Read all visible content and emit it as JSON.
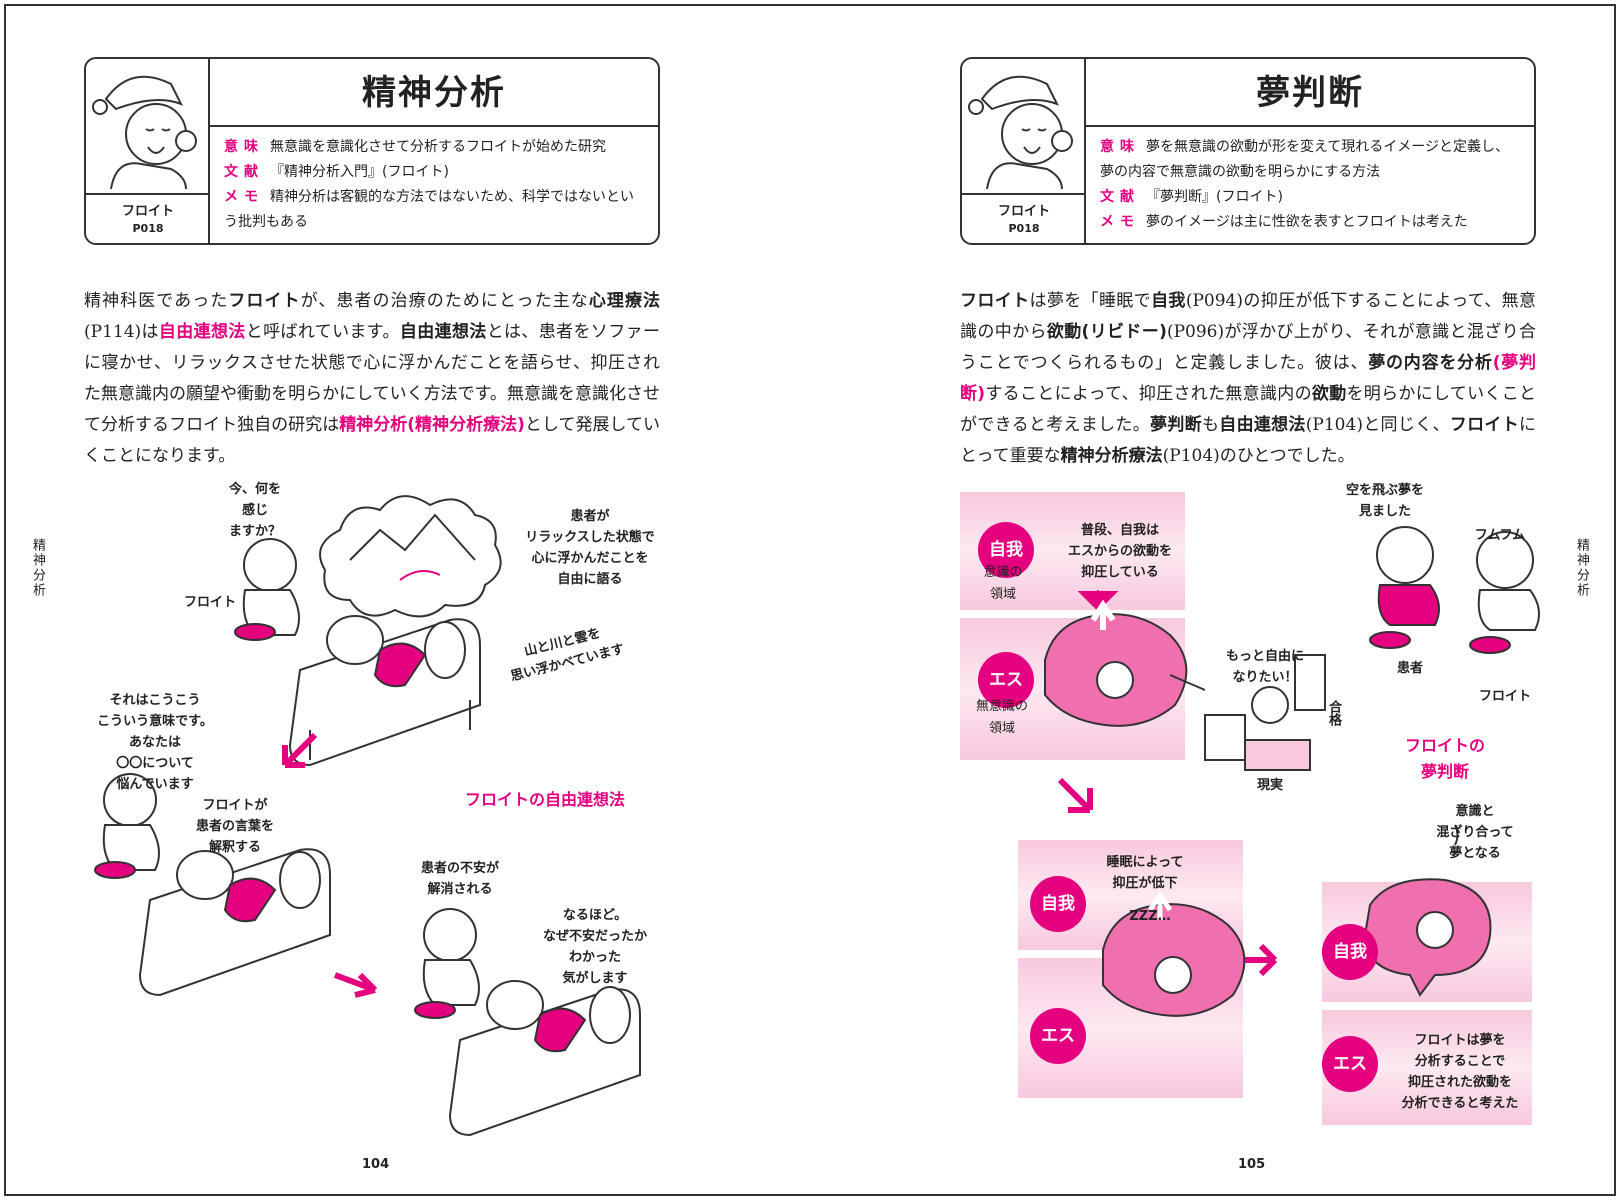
{
  "left": {
    "card": {
      "title": "精神分析",
      "person": "フロイト",
      "page_ref": "P018",
      "meaning_label": "意味",
      "meaning": "無意識を意識化させて分析するフロイトが始めた研究",
      "reference_label": "文献",
      "reference": "『精神分析入門』(フロイト)",
      "memo_label": "メモ",
      "memo": "精神分析は客観的な方法ではないため、科学ではないという批判もある"
    },
    "body": [
      "精神科医であった",
      "フロイト",
      "が、患者の治療のためにとった主な",
      "心理療法",
      "(P114)は",
      "自由連想法",
      "と呼ばれています。",
      "自由連想法",
      "とは、患者をソファーに寝かせ、リラックスさせた状態で心に浮かんだことを語らせ、抑圧された無意識内の願望や衝動を明らかにしていく方法です。無意識を意識化させて分析するフロイト独自の研究は",
      "精神分析(精神分析療法)",
      "として発展していくことになります。"
    ],
    "captions": {
      "q1": "今、何を\n感じ\nますか？",
      "freud1": "フロイト",
      "patient_relax": "患者が\nリラックスした状態で\n心に浮かんだことを\n自由に語る",
      "mountain": "山と川と雲を\n思い浮かべています",
      "interpret": "それはこうこう\nこういう意味です。\nあなたは\n〇〇について\n悩んでいます",
      "freud_interprets": "フロイトが\n患者の言葉を\n解釈する",
      "anxiety": "患者の不安が\n解消される",
      "naruhodo": "なるほど。\nなぜ不安だったか\nわかった\n気がします"
    },
    "diagram_title": "フロイトの自由連想法",
    "side_tab": "精神分析",
    "page_number": "104"
  },
  "right": {
    "card": {
      "title": "夢判断",
      "person": "フロイト",
      "page_ref": "P018",
      "meaning_label": "意味",
      "meaning": "夢を無意識の欲動が形を変えて現れるイメージと定義し、夢の内容で無意識の欲動を明らかにする方法",
      "reference_label": "文献",
      "reference": "『夢判断』(フロイト)",
      "memo_label": "メモ",
      "memo": "夢のイメージは主に性欲を表すとフロイトは考えた"
    },
    "body": [
      "フロイト",
      "は夢を「睡眠で",
      "自我",
      "(P094)の抑圧が低下することによって、無意識の中から",
      "欲動(リビドー)",
      "(P096)が浮かび上がり、それが意識と混ざり合うことでつくられるもの」と定義しました。彼は、",
      "夢の内容を分析",
      "(夢判断)",
      "することによって、抑圧された無意識内の",
      "欲動",
      "を明らかにしていくことができると考えました。",
      "夢判断",
      "も",
      "自由連想法",
      "(P104)と同じく、",
      "フロイト",
      "にとって重要な",
      "精神分析療法",
      "(P104)のひとつでした。"
    ],
    "captions": {
      "ego": "自我",
      "es": "エス",
      "conscious_area": "意識の\n領域",
      "unconscious_area": "無意識の\n領域",
      "normally": "普段、自我は\nエスからの欲動を\n抑圧している",
      "want_free": "もっと自由に\nなりたい！",
      "exam_sign": "合格",
      "reality": "現実",
      "flying_dream": "空を飛ぶ夢を\n見ました",
      "fumufumu": "フムフム",
      "patient": "患者",
      "freud": "フロイト",
      "sleep_lowers": "睡眠によって\n抑圧が低下",
      "zzz": "ZZZ…",
      "mix_dream": "意識と\n混ざり合って\n夢となる",
      "freud_analyzes": "フロイトは夢を\n分析することで\n抑圧された欲動を\n分析できると考えた"
    },
    "diagram_title": "フロイトの\n夢判断",
    "side_tab": "精神分析",
    "page_number": "105"
  },
  "colors": {
    "accent": "#e4007f",
    "band_light": "#fde9f2",
    "band_mid": "#f8c8dd"
  }
}
